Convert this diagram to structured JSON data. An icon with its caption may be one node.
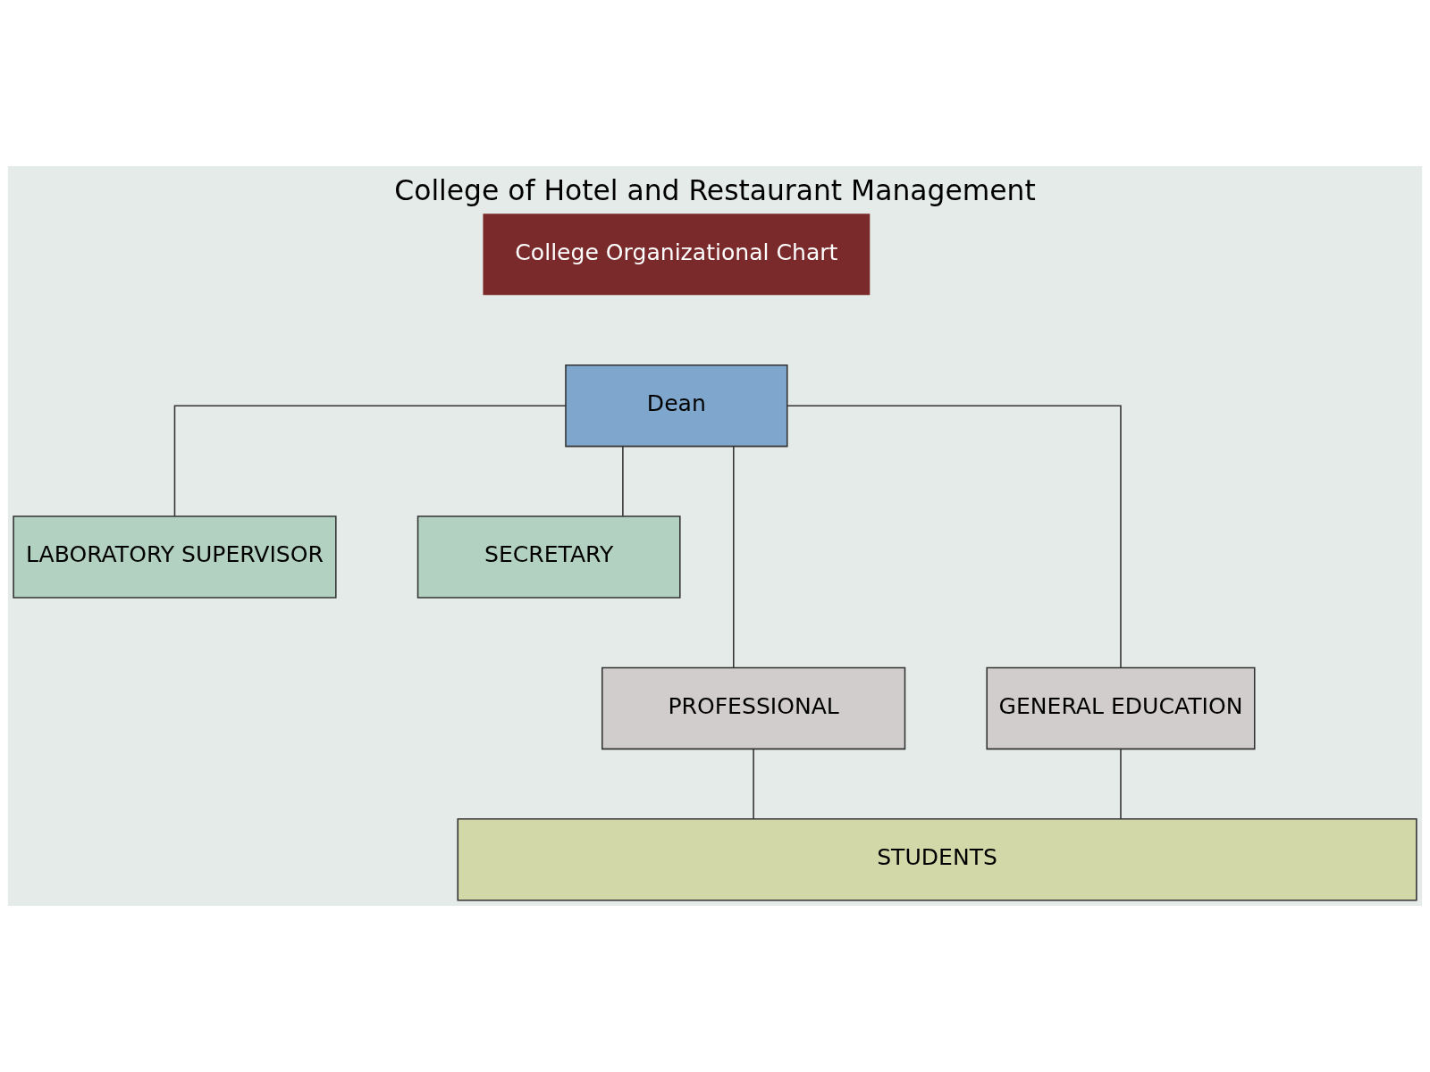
{
  "diagram": {
    "title": "College of Hotel and Restaurant Management",
    "nodes": [
      {
        "text": [
          "Dean"
        ]
      },
      {
        "text": [
          "LABORATORY SUPERVISOR"
        ]
      },
      {
        "text": [
          "SECRETARY"
        ]
      },
      {
        "text": [
          "PROFESSIONAL"
        ]
      },
      {
        "text": [
          "GENERAL EDUCATION"
        ]
      },
      {
        "text": [
          "STUDENTS"
        ]
      }
    ],
    "edges": [
      {
        "from": 0,
        "to": 1,
        "arrow": "none"
      },
      {
        "from": 0,
        "to": 2,
        "arrow": "none"
      },
      {
        "from": 0,
        "to": 3,
        "arrow": "none"
      },
      {
        "from": 0,
        "to": 4,
        "arrow": "none"
      },
      {
        "from": 3,
        "to": 5,
        "arrow": "none"
      },
      {
        "from": 4,
        "to": 5,
        "arrow": "none"
      }
    ],
    "labels": [
      "College Organizational Chart"
    ]
  }
}
